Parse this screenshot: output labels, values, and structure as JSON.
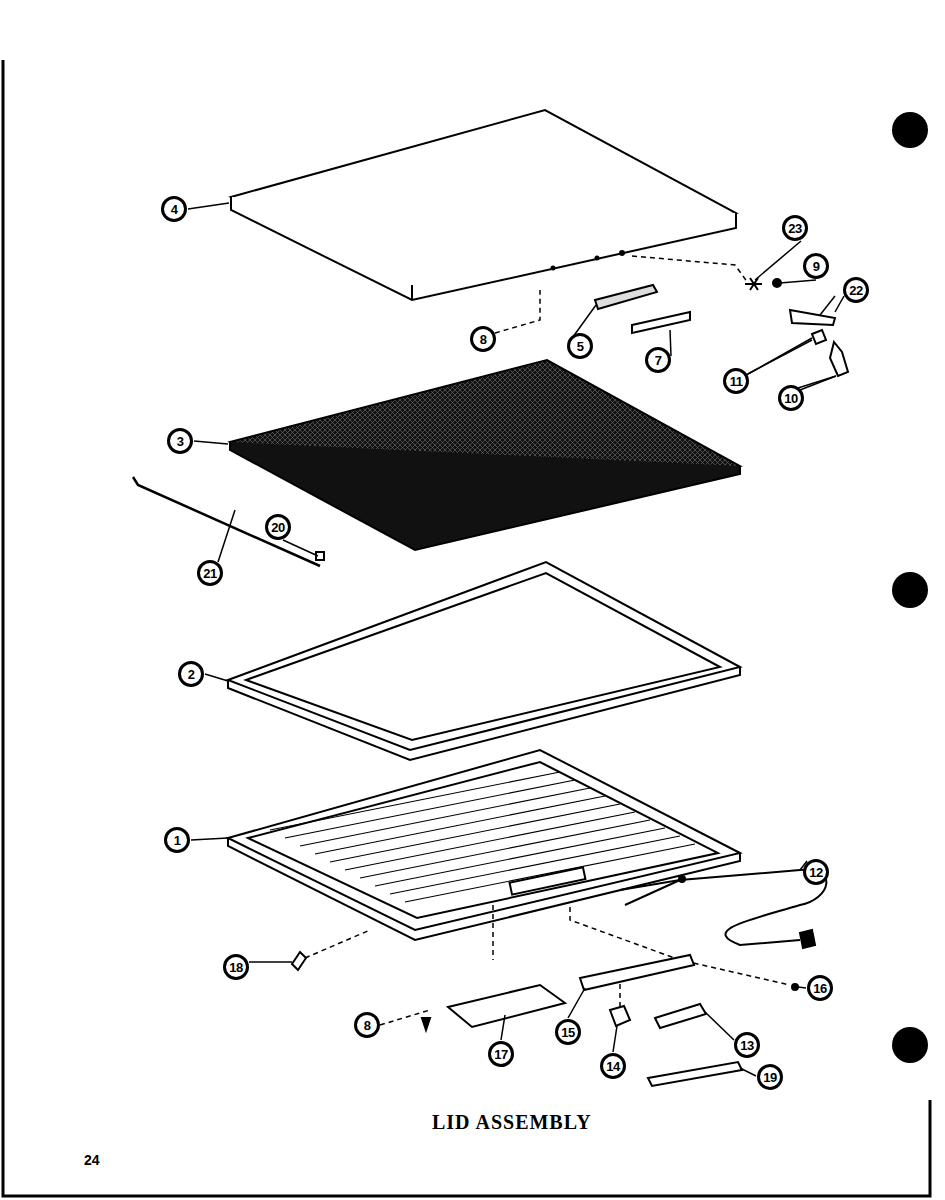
{
  "diagram": {
    "title": "LID ASSEMBLY",
    "labels": [
      "4",
      "23",
      "9",
      "22",
      "8",
      "5",
      "7",
      "11",
      "10",
      "3",
      "20",
      "21",
      "2",
      "1",
      "12",
      "18",
      "16",
      "8",
      "17",
      "15",
      "14",
      "13",
      "19",
      "24"
    ]
  }
}
